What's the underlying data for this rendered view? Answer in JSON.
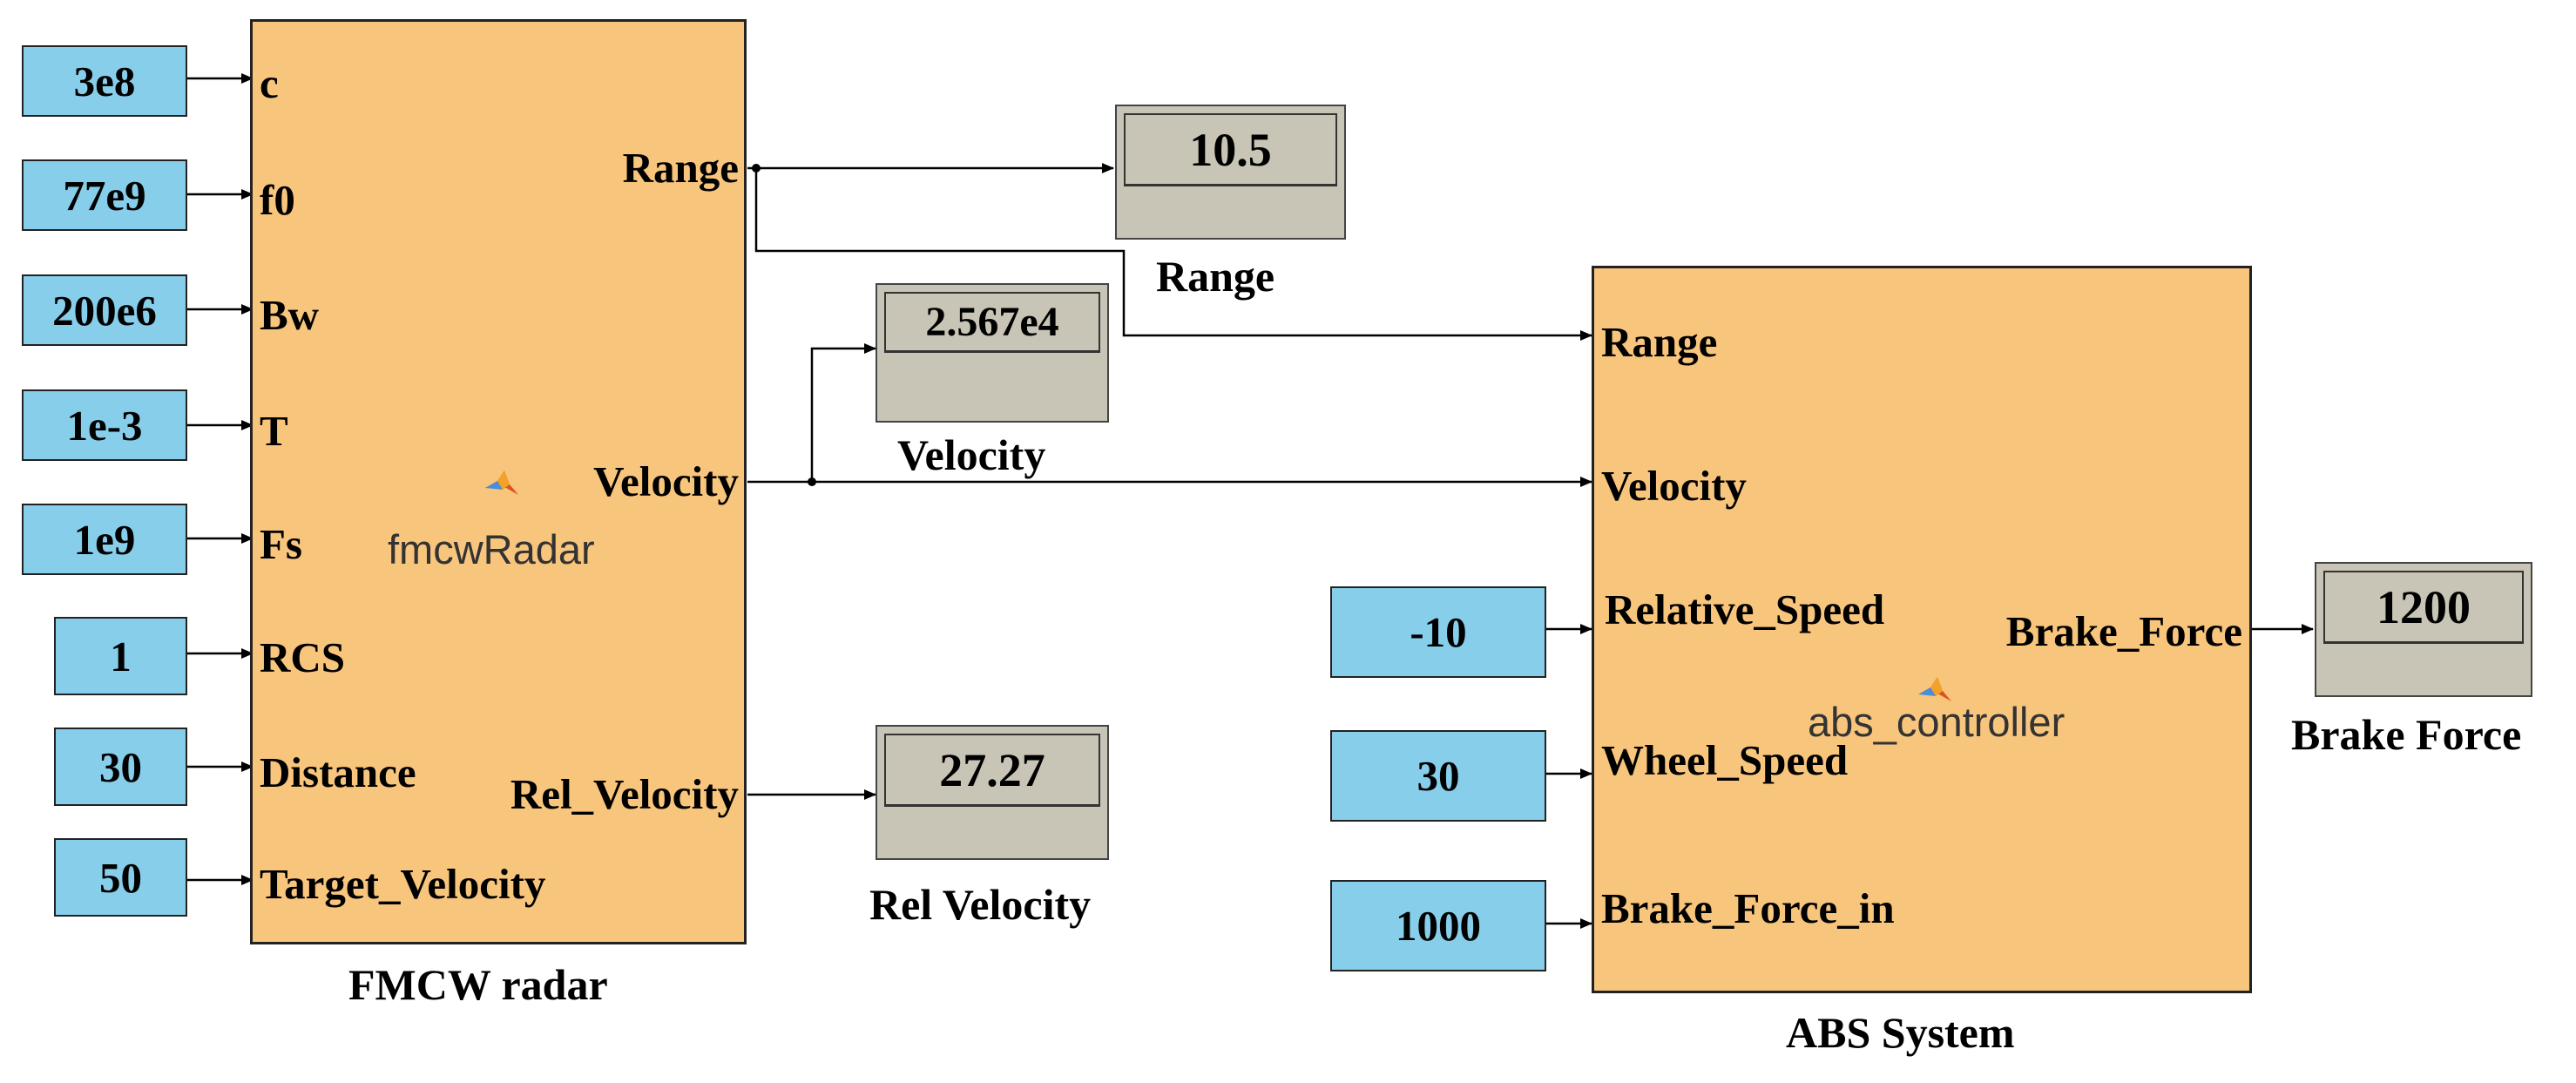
{
  "constants": [
    {
      "value": "3e8"
    },
    {
      "value": "77e9"
    },
    {
      "value": "200e6"
    },
    {
      "value": "1e-3"
    },
    {
      "value": "1e9"
    },
    {
      "value": "1"
    },
    {
      "value": "30"
    },
    {
      "value": "50"
    }
  ],
  "fmcw": {
    "caption": "FMCW radar",
    "function_name": "fmcwRadar",
    "inputs": [
      "c",
      "f0",
      "Bw",
      "T",
      "Fs",
      "RCS",
      "Distance",
      "Target_Velocity"
    ],
    "outputs": {
      "range": "Range",
      "velocity": "Velocity",
      "rel_velocity": "Rel_Velocity"
    }
  },
  "displays": {
    "range": {
      "value": "10.5",
      "caption": "Range"
    },
    "velocity": {
      "value": "2.567e4",
      "caption": "Velocity"
    },
    "rel_velocity": {
      "value": "27.27",
      "caption": "Rel Velocity"
    },
    "brake_force": {
      "value": "1200",
      "caption": "Brake Force"
    }
  },
  "abs": {
    "caption": "ABS System",
    "function_name": "abs_controller",
    "inputs": [
      "Range",
      "Velocity",
      "Relative_Speed",
      "Wheel_Speed",
      "Brake_Force_in"
    ],
    "output": "Brake_Force",
    "constants": [
      {
        "value": "-10"
      },
      {
        "value": "30"
      },
      {
        "value": "1000"
      }
    ]
  },
  "colors": {
    "constant_fill": "#87ceeb",
    "block_fill": "#f8c57d",
    "display_fill": "#c8c4b6"
  }
}
